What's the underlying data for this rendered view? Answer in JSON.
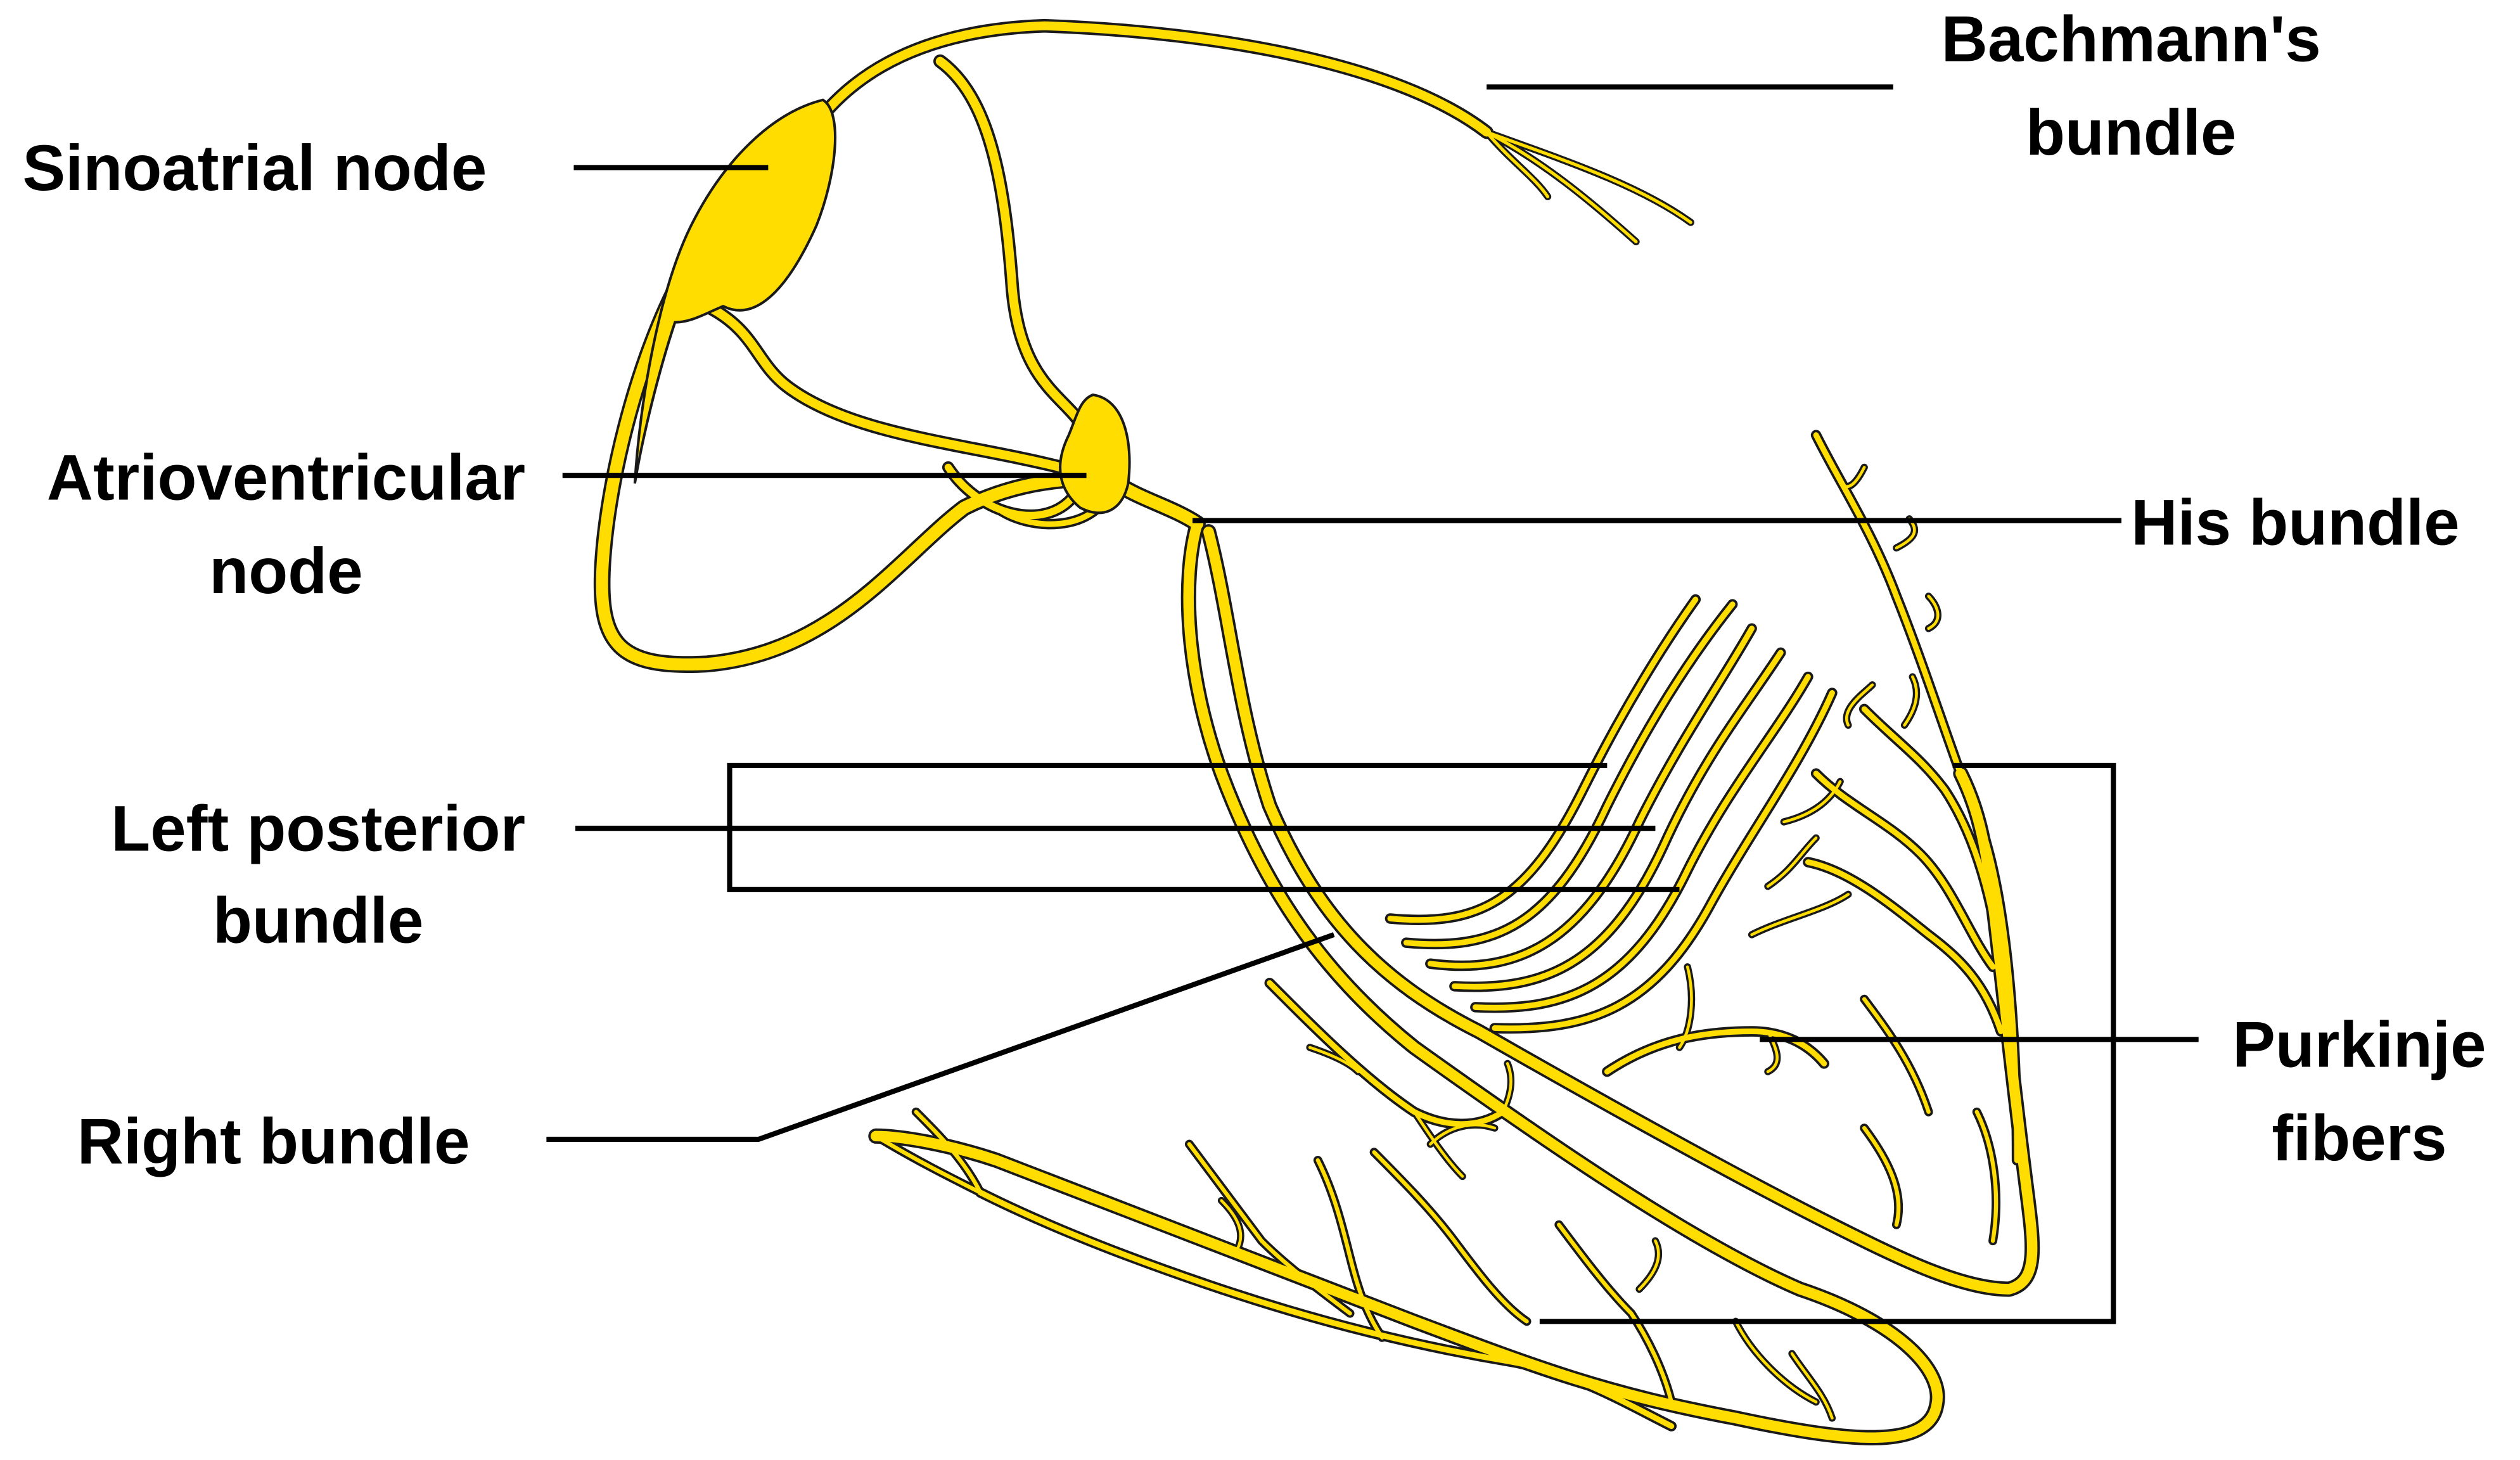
{
  "diagram": {
    "type": "anatomical-diagram",
    "subject": "Cardiac electrical conduction system",
    "colors": {
      "fiber_fill": "#ffdd00",
      "fiber_outline": "#1a1a1a",
      "label_text": "#000000",
      "leader_lines": "#000000",
      "background": "#ffffff"
    },
    "labels": {
      "sinoatrial_node": "Sinoatrial node",
      "bachmanns_bundle_line1": "Bachmann's",
      "bachmanns_bundle_line2": "bundle",
      "atrioventricular_node_line1": "Atrioventricular",
      "atrioventricular_node_line2": "node",
      "his_bundle": "His bundle",
      "left_posterior_bundle_line1": "Left posterior",
      "left_posterior_bundle_line2": "bundle",
      "right_bundle": "Right bundle",
      "purkinje_fibers_line1": "Purkinje",
      "purkinje_fibers_line2": "fibers"
    }
  }
}
